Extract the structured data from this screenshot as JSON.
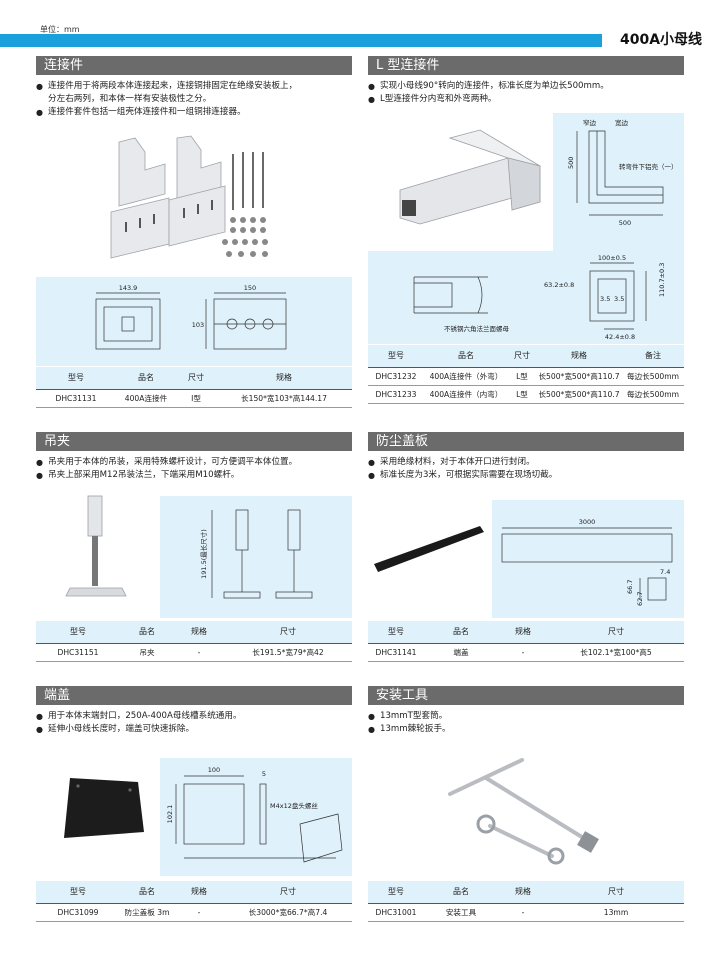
{
  "page": {
    "unit_label": "单位：mm",
    "title": "400A小母线"
  },
  "connector": {
    "title": "连接件",
    "bullets": [
      "连接件用于将两段本体连接起来，连接铜排固定在绝缘安装板上，",
      "分左右两列，和本体一样有安装极性之分。",
      "连接件套件包括一组壳体连接件和一组铜排连接器。"
    ],
    "dims": {
      "w": "143.9",
      "w2": "150",
      "h": "103"
    },
    "headers": [
      "型号",
      "品名",
      "尺寸",
      "规格"
    ],
    "rows": [
      [
        "DHC31131",
        "400A连接件",
        "I型",
        "长150*宽103*高144.17"
      ]
    ]
  },
  "l_connector": {
    "title": "L 型连接件",
    "bullets": [
      "实现小母线90°转向的连接件，标准长度为单边长500mm。",
      "L型连接件分内弯和外弯两种。"
    ],
    "dims": {
      "narrow": "窄边",
      "wide": "宽边",
      "corner": "转弯件下铝壳（一）",
      "v500": "500",
      "h500": "500",
      "d1": "100±0.5",
      "d2": "63.2±0.8",
      "d3": "110.7±0.3",
      "d4": "42.4±0.8",
      "d5": "3.5",
      "d6": "3.5",
      "note": "不锈钢六角法兰面螺母"
    },
    "headers": [
      "型号",
      "品名",
      "尺寸",
      "规格",
      "备注"
    ],
    "rows": [
      [
        "DHC31232",
        "400A连接件（外弯）",
        "L型",
        "长500*宽500*高110.7",
        "每边长500mm"
      ],
      [
        "DHC31233",
        "400A连接件（内弯）",
        "L型",
        "长500*宽500*高110.7",
        "每边长500mm"
      ]
    ]
  },
  "hanger": {
    "title": "吊夹",
    "bullets": [
      "吊夹用于本体的吊装，采用特殊螺杆设计，可方便调平本体位置。",
      "吊夹上部采用M12吊装法兰，下端采用M10螺杆。"
    ],
    "dims": {
      "h": "191.5(最长尺寸)"
    },
    "headers": [
      "型号",
      "品名",
      "规格",
      "尺寸"
    ],
    "rows": [
      [
        "DHC31151",
        "吊夹",
        "-",
        "长191.5*宽79*高42"
      ]
    ]
  },
  "dust_cover": {
    "title": "防尘盖板",
    "bullets": [
      "采用绝缘材料，对于本体开口进行封闭。",
      "标准长度为3米，可根据实际需要在现场切截。"
    ],
    "dims": {
      "len": "3000",
      "t": "7.4",
      "h1": "66.7",
      "h2": "62.7"
    },
    "headers": [
      "型号",
      "品名",
      "规格",
      "尺寸"
    ],
    "rows": [
      [
        "DHC31141",
        "端盖",
        "-",
        "长102.1*宽100*高5"
      ]
    ]
  },
  "end_cap": {
    "title": "端盖",
    "bullets": [
      "用于本体末端封口，250A-400A母线槽系统通用。",
      "延伸小母线长度时，端盖可快速拆除。"
    ],
    "dims": {
      "w": "100",
      "t": "5",
      "h": "102.1",
      "screw": "M4x12盘头螺丝"
    },
    "headers": [
      "型号",
      "品名",
      "规格",
      "尺寸"
    ],
    "rows": [
      [
        "DHC31099",
        "防尘盖板 3m",
        "-",
        "长3000*宽66.7*高7.4"
      ]
    ]
  },
  "tools": {
    "title": "安装工具",
    "bullets": [
      "13mmT型套筒。",
      "13mm棘轮扳手。"
    ],
    "headers": [
      "型号",
      "品名",
      "规格",
      "尺寸"
    ],
    "rows": [
      [
        "DHC31001",
        "安装工具",
        "-",
        "13mm"
      ]
    ]
  },
  "colors": {
    "accent": "#1aa0db",
    "header_gray": "#6b6b6b",
    "panel": "#dff1fa"
  }
}
